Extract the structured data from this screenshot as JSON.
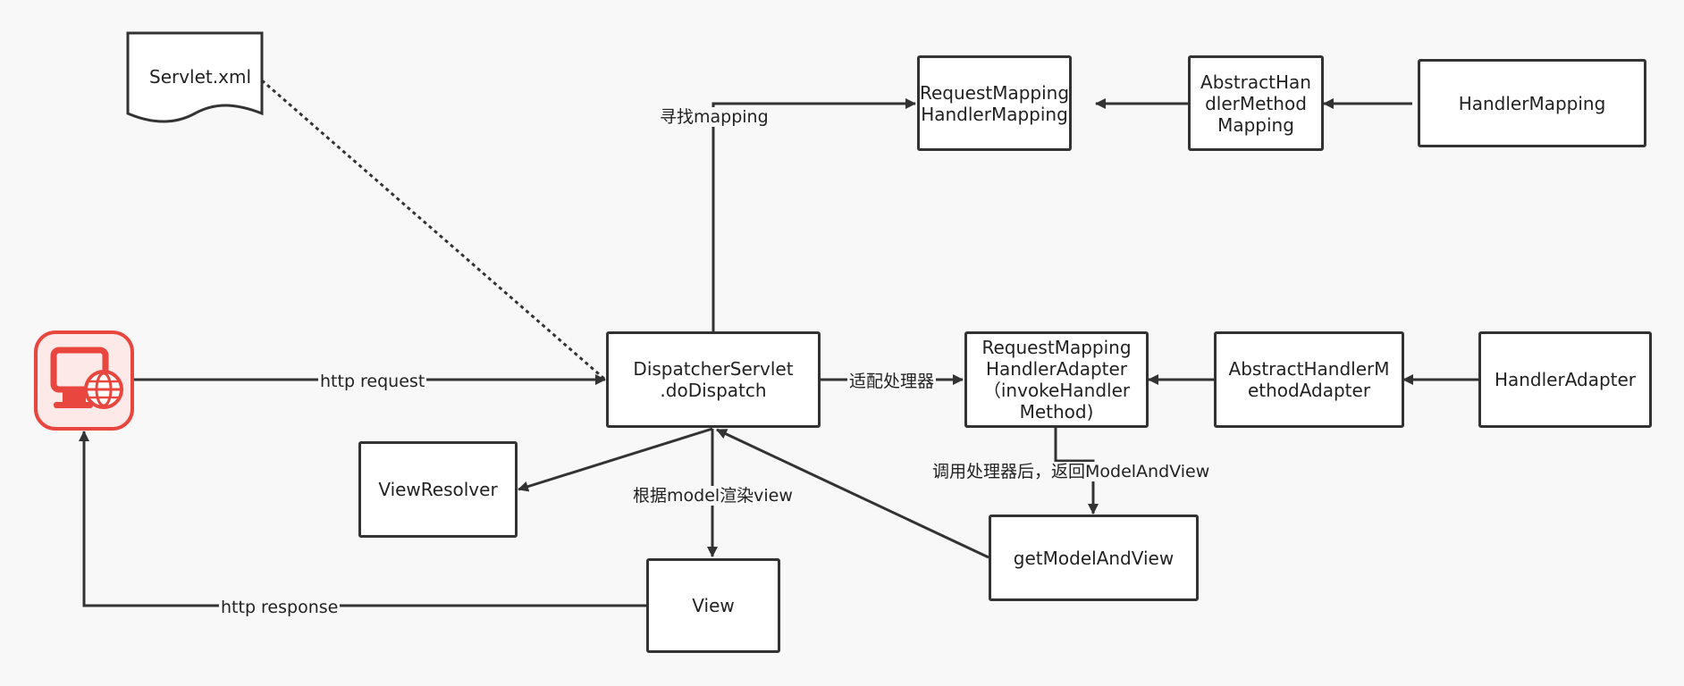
{
  "nodes": {
    "servlet_xml": "Servlet.xml",
    "rm_handler_mapping": "RequestMapping\nHandlerMapping",
    "abstract_handler_method_mapping": "AbstractHan\ndlerMethod\nMapping",
    "handler_mapping": "HandlerMapping",
    "dispatcher_servlet": "DispatcherServlet\n.doDispatch",
    "rm_handler_adapter": "RequestMapping\nHandlerAdapter\n（invokeHandler\nMethod)",
    "abstract_handler_method_adapter": "AbstractHandlerM\nethodAdapter",
    "handler_adapter": "HandlerAdapter",
    "view_resolver": "ViewResolver",
    "view": "View",
    "get_model_and_view": "getModelAndView"
  },
  "edges": {
    "find_mapping": "寻找mapping",
    "http_request": "http request",
    "adapt_handler": "适配处理器",
    "after_invoke": "调用处理器后，返回ModelAndView",
    "render_view": "根据model渲染view",
    "http_response": "http response"
  },
  "colors": {
    "stroke": "#333333",
    "client_icon": "#e8463f",
    "client_icon_bg": "#fde9e8"
  },
  "icons": {
    "client": "web-client-icon"
  }
}
